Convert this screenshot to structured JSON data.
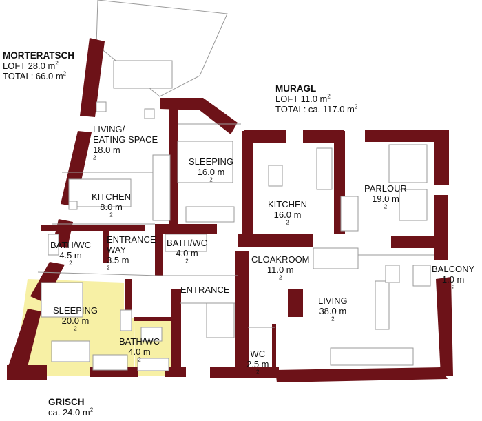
{
  "colors": {
    "wall": "#6d1218",
    "highlight": "#f7f0a5",
    "furniture": "#9a9a9a"
  },
  "units": {
    "morteratsch": {
      "name": "MORTERATSCH",
      "loft": "LOFT 28.0 m",
      "total": "TOTAL: 66.0 m",
      "sup": "2"
    },
    "muragl": {
      "name": "MURAGL",
      "loft": "LOFT 11.0 m",
      "total": "TOTAL: ca. 117.0 m",
      "sup": "2"
    },
    "grisch": {
      "name": "GRISCH",
      "area": "ca. 24.0 m",
      "sup": "2"
    }
  },
  "rooms": [
    {
      "id": "living-eating",
      "name": "LIVING/\nEATING SPACE",
      "area": "18.0 m"
    },
    {
      "id": "sleeping-1",
      "name": "SLEEPING",
      "area": "16.0 m"
    },
    {
      "id": "kitchen-1",
      "name": "KITCHEN",
      "area": "8.0 m"
    },
    {
      "id": "kitchen-2",
      "name": "KITCHEN",
      "area": "16.0 m"
    },
    {
      "id": "parlour",
      "name": "PARLOUR",
      "area": "19.0 m"
    },
    {
      "id": "bath-wc-1",
      "name": "BATH/WC",
      "area": "4.5 m"
    },
    {
      "id": "entrance-way",
      "name": "ENTRANCE\nWAY",
      "area": "3.5 m"
    },
    {
      "id": "bath-wc-2",
      "name": "BATH/WC",
      "area": "4.0 m"
    },
    {
      "id": "cloakroom",
      "name": "CLOAKROOM",
      "area": "11.0 m"
    },
    {
      "id": "balcony",
      "name": "BALCONY",
      "area": "1.0 m"
    },
    {
      "id": "entrance",
      "name": "ENTRANCE",
      "area": ""
    },
    {
      "id": "living",
      "name": "LIVING",
      "area": "38.0 m"
    },
    {
      "id": "sleeping-2",
      "name": "SLEEPING",
      "area": "20.0 m"
    },
    {
      "id": "bath-wc-3",
      "name": "BATH/WC",
      "area": "4.0 m"
    },
    {
      "id": "wc",
      "name": "WC",
      "area": "2.5 m"
    }
  ]
}
